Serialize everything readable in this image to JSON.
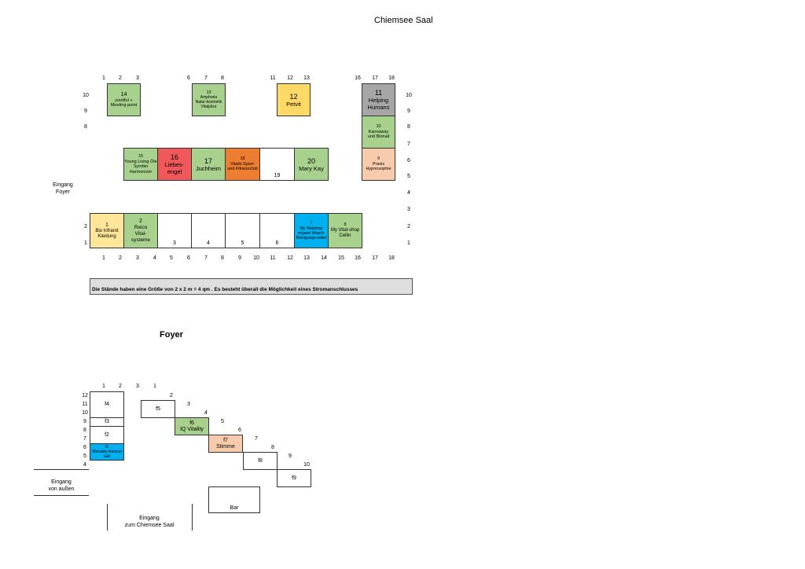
{
  "title": "Chiemsee Saal",
  "foyer_title": "Foyer",
  "hall": {
    "top_cols": [
      "1",
      "2",
      "3",
      "6",
      "7",
      "8",
      "11",
      "12",
      "13",
      "16",
      "17",
      "18"
    ],
    "bottom_cols": [
      "1",
      "2",
      "3",
      "4",
      "5",
      "6",
      "7",
      "8",
      "9",
      "10",
      "11",
      "12",
      "13",
      "14",
      "15",
      "16",
      "17",
      "18"
    ],
    "left_rows": [
      "10",
      "9",
      "8",
      "2",
      "1"
    ],
    "right_rows": [
      "10",
      "9",
      "8",
      "7",
      "6",
      "5",
      "4",
      "3",
      "2",
      "1"
    ],
    "entrance_label": "Eingang",
    "entrance_sub": "Foyer",
    "booths": [
      {
        "num": "14",
        "text": "youtiful + Meeting-point"
      },
      {
        "num": "13",
        "text": "Amphoria Natur-kosmetik Vitalpilze"
      },
      {
        "num": "12",
        "text": "Petvit"
      },
      {
        "num": "11",
        "text": "Helping Humans"
      },
      {
        "num": "10",
        "text": "Kannaway und Bionail"
      },
      {
        "num": "9",
        "text": "Praxis Hypnosophie"
      },
      {
        "num": "15",
        "text": "Young Living Öle Symbio Harmonizer"
      },
      {
        "num": "16",
        "text": "Liebes-engel"
      },
      {
        "num": "17",
        "text": "Juchheim"
      },
      {
        "num": "18",
        "text": "Vitalis Sport- und Fitnessclub"
      },
      {
        "num": "19",
        "text": ""
      },
      {
        "num": "20",
        "text": "Mary Kay"
      },
      {
        "num": "1",
        "text": "Bio Infrarot Kleidung"
      },
      {
        "num": "2",
        "text": "Reico Vital-systeme"
      },
      {
        "num": "3",
        "text": ""
      },
      {
        "num": "4",
        "text": ""
      },
      {
        "num": "5",
        "text": ""
      },
      {
        "num": "6",
        "text": ""
      },
      {
        "num": "7",
        "text": "My Vitalshop vegane Wasch-Reinigungs-mittel"
      },
      {
        "num": "8",
        "text": "My Vital-shop Cellin"
      }
    ],
    "note": "Die Stände haben eine Größe von 2 x 2 m = 4 qm . Es besteht überall die Möglichkeit eines Stromanschlusses"
  },
  "foyer": {
    "left_rows": [
      "12",
      "11",
      "10",
      "9",
      "8",
      "7",
      "6",
      "5",
      "4"
    ],
    "top_cols": [
      "1",
      "2",
      "3",
      "1"
    ],
    "diag_nums": [
      "2",
      "3",
      "4",
      "5",
      "6",
      "7",
      "8",
      "9",
      "10"
    ],
    "booths": [
      {
        "num": "f4",
        "text": ""
      },
      {
        "num": "f3",
        "text": ""
      },
      {
        "num": "f2",
        "text": ""
      },
      {
        "num": "f1",
        "text": "Wenatex Rescue Gel"
      },
      {
        "num": "f5",
        "text": ""
      },
      {
        "num": "f6",
        "text": "IQ Vitality"
      },
      {
        "num": "f7",
        "text": "Stimme"
      },
      {
        "num": "f8",
        "text": ""
      },
      {
        "num": "f9",
        "text": ""
      }
    ],
    "bar": "Bar",
    "entrance_out": "Eingang",
    "entrance_out_sub": "von außen",
    "entrance_hall": "Eingang",
    "entrance_hall_sub": "zum Chiemsee Saal"
  }
}
